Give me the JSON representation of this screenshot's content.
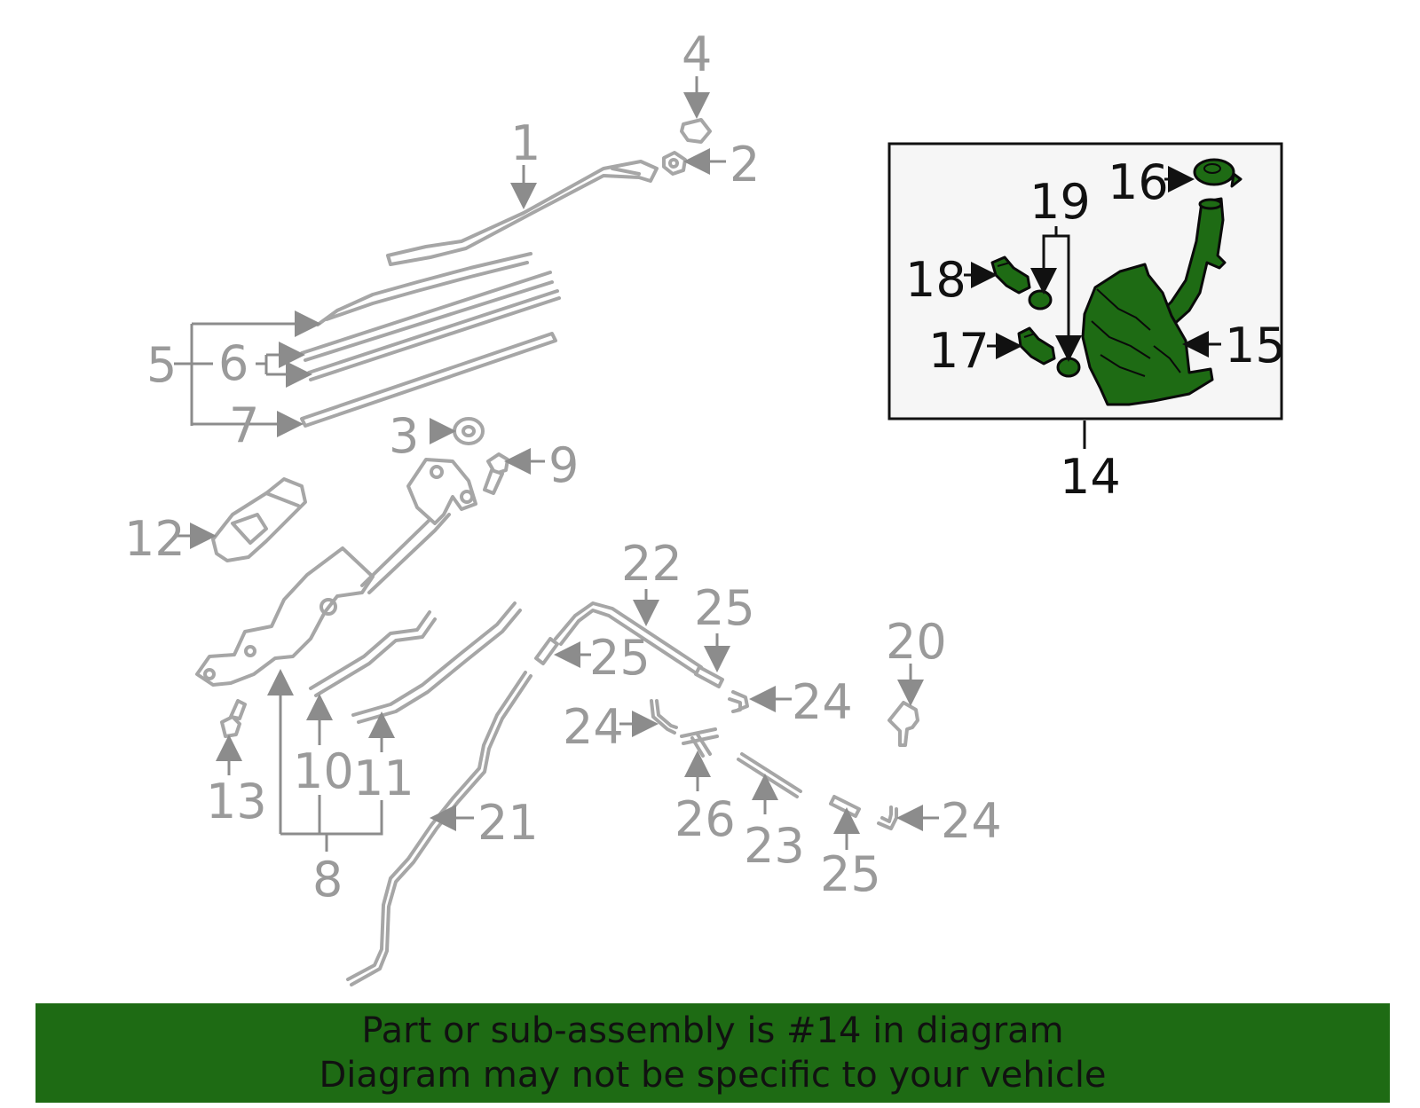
{
  "diagram": {
    "callouts": {
      "c1": "1",
      "c2": "2",
      "c3": "3",
      "c4": "4",
      "c5": "5",
      "c6": "6",
      "c7": "7",
      "c8": "8",
      "c9": "9",
      "c10": "10",
      "c11": "11",
      "c12": "12",
      "c13": "13",
      "c14": "14",
      "c15": "15",
      "c16": "16",
      "c17": "17",
      "c18": "18",
      "c19": "19",
      "c20": "20",
      "c21": "21",
      "c22": "22",
      "c23": "23",
      "c24a": "24",
      "c24b": "24",
      "c24c": "24",
      "c25a": "25",
      "c25b": "25",
      "c25c": "25",
      "c26": "26"
    },
    "highlighted_part": "14",
    "colors": {
      "highlight": "#1e6b14",
      "part_line": "#a6a6a6",
      "label": "#9a9a9a",
      "inset_bg": "#f6f6f6"
    }
  },
  "footer": {
    "line1": "Part or sub-assembly is #14 in diagram",
    "line2": "Diagram may not be specific to your vehicle"
  }
}
